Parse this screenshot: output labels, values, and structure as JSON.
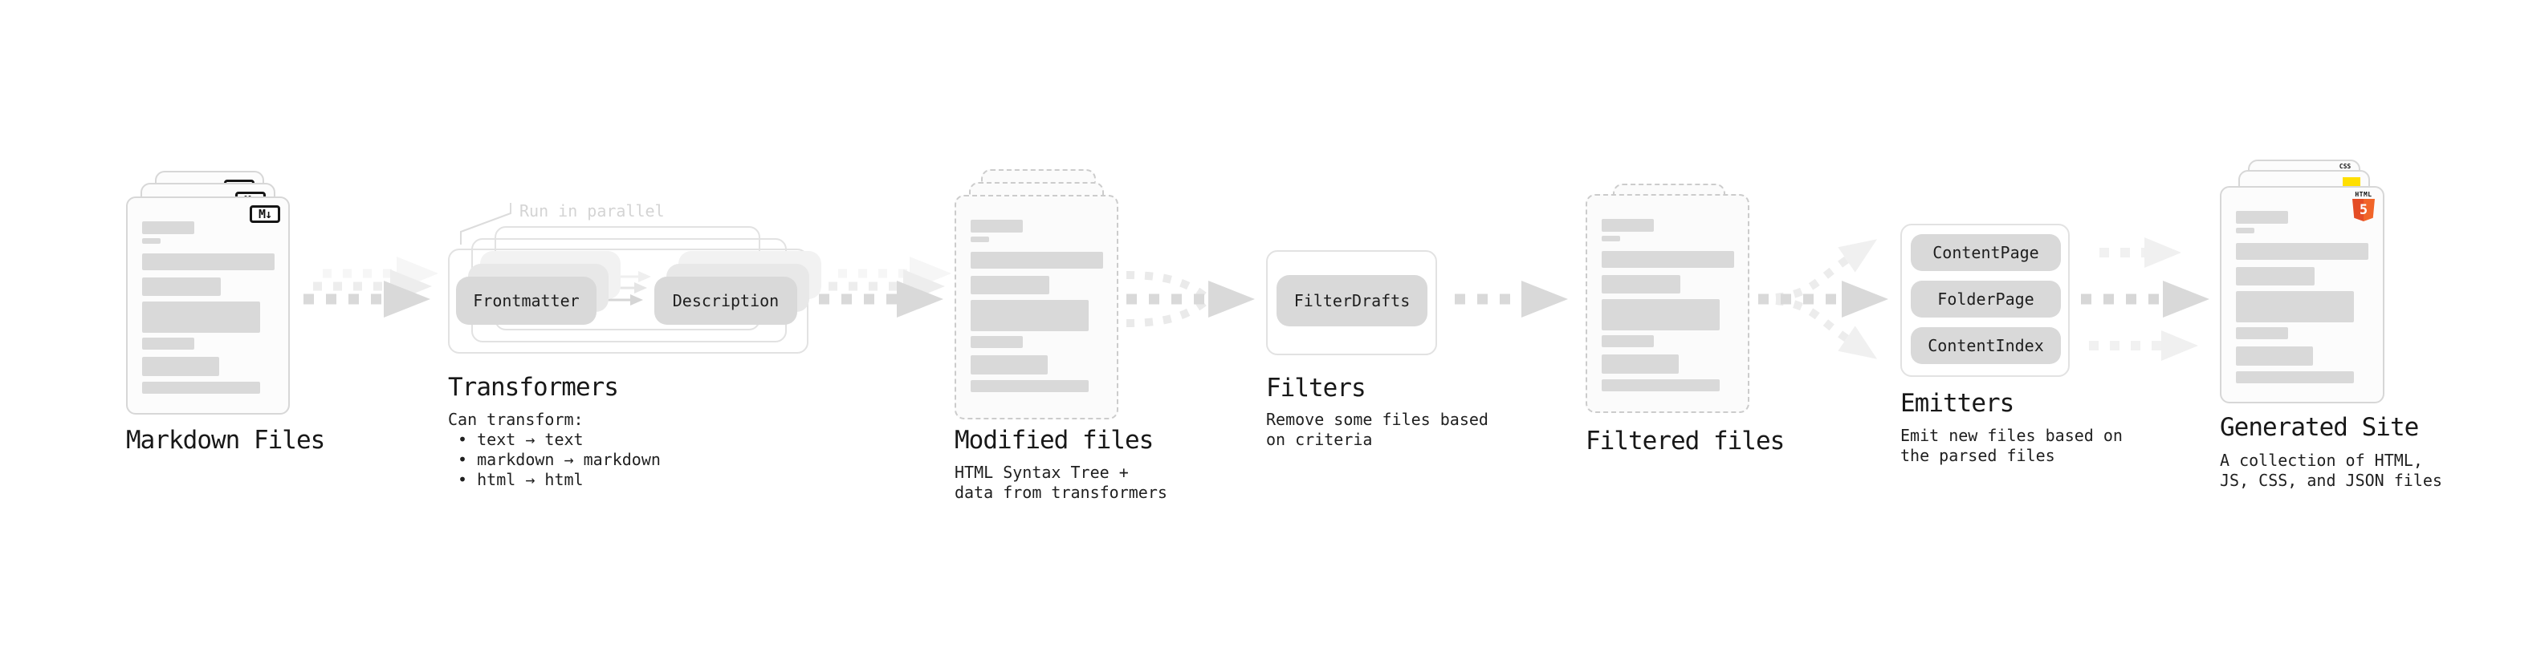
{
  "diagram": {
    "stages": {
      "markdown_files": {
        "label": "Markdown Files",
        "icon": "markdown-icon",
        "icon_glyph": "M↓"
      },
      "transformers": {
        "label": "Transformers",
        "callout": "Run in parallel",
        "buttons": {
          "frontmatter": "Frontmatter",
          "description": "Description"
        },
        "description": "Can transform:\n • text → text\n • markdown → markdown\n • html → html"
      },
      "modified_files": {
        "label": "Modified files",
        "description": "HTML Syntax Tree +\ndata from transformers"
      },
      "filters": {
        "label": "Filters",
        "buttons": {
          "filter_drafts": "FilterDrafts"
        },
        "description": "Remove some files based\non criteria"
      },
      "filtered_files": {
        "label": "Filtered files"
      },
      "emitters": {
        "label": "Emitters",
        "buttons": {
          "content_page": "ContentPage",
          "folder_page": "FolderPage",
          "content_index": "ContentIndex"
        },
        "description": "Emit new files based on\nthe parsed files"
      },
      "generated_site": {
        "label": "Generated Site",
        "description": "A collection of HTML,\nJS, CSS, and JSON files",
        "icons": {
          "css_text": "CSS",
          "html5_text": "HTML",
          "html5_number": "5",
          "js_icon": "js-icon"
        }
      }
    },
    "colors": {
      "bar_gray": "#d9d9d9",
      "arrow_gray": "#d9d9d9",
      "html5_orange": "#e44d26",
      "html5_orange_light": "#f16529",
      "js_yellow": "#ffdf00",
      "css_blue": "#2d64e8"
    }
  }
}
